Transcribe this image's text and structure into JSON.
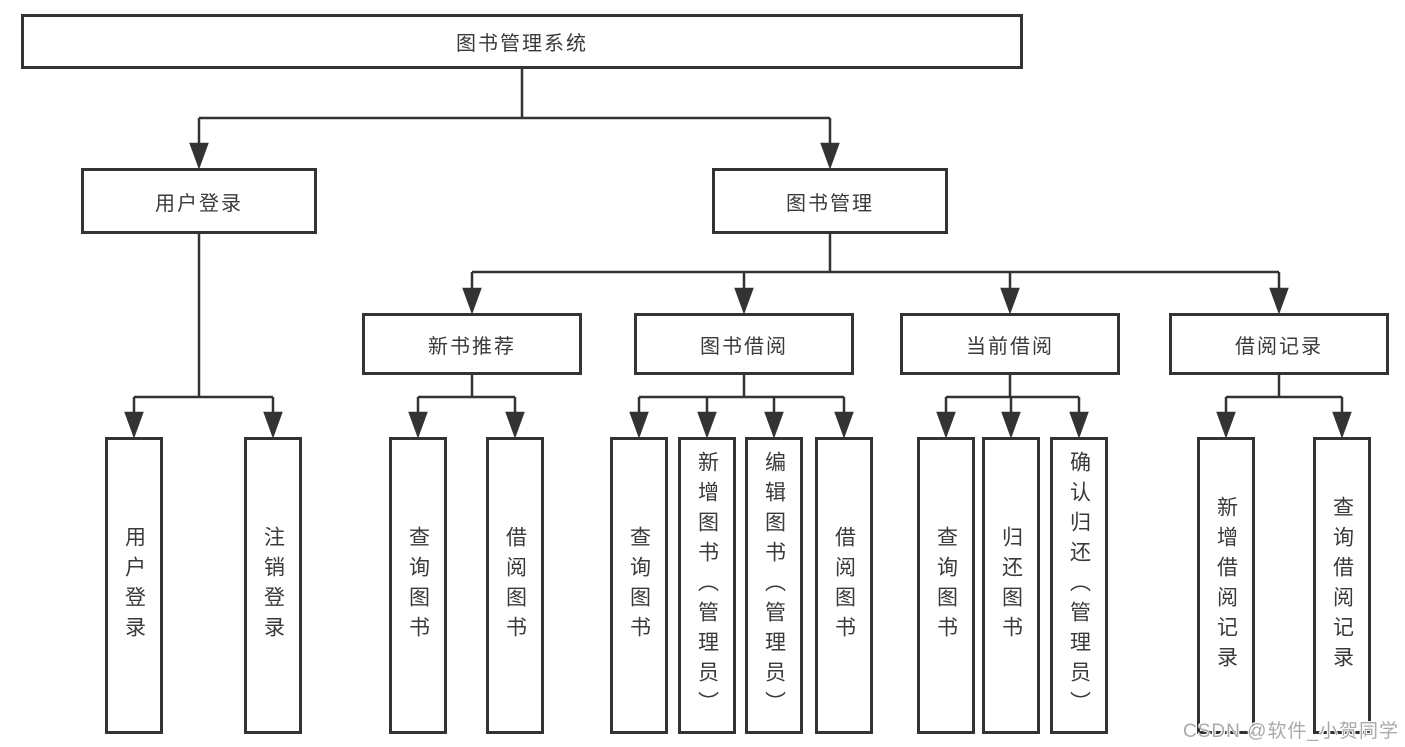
{
  "diagram": {
    "root": {
      "label": "图书管理系统"
    },
    "branches": [
      {
        "label": "用户登录",
        "children": [
          {
            "label": "用户登录"
          },
          {
            "label": "注销登录"
          }
        ]
      },
      {
        "label": "图书管理",
        "sections": [
          {
            "label": "新书推荐",
            "children": [
              {
                "label": "查询图书"
              },
              {
                "label": "借阅图书"
              }
            ]
          },
          {
            "label": "图书借阅",
            "children": [
              {
                "label": "查询图书"
              },
              {
                "label": "新增图书（管理员）"
              },
              {
                "label": "编辑图书（管理员）"
              },
              {
                "label": "借阅图书"
              }
            ]
          },
          {
            "label": "当前借阅",
            "children": [
              {
                "label": "查询图书"
              },
              {
                "label": "归还图书"
              },
              {
                "label": "确认归还（管理员）"
              }
            ]
          },
          {
            "label": "借阅记录",
            "children": [
              {
                "label": "新增借阅记录"
              },
              {
                "label": "查询借阅记录"
              }
            ]
          }
        ]
      }
    ]
  },
  "colors": {
    "line": "#333333",
    "box_border": "#333333",
    "text": "#3a3a3a",
    "watermark": "#a9a9af",
    "background": "#ffffff"
  },
  "watermark": {
    "text": "CSDN @软件_小贺同学"
  }
}
